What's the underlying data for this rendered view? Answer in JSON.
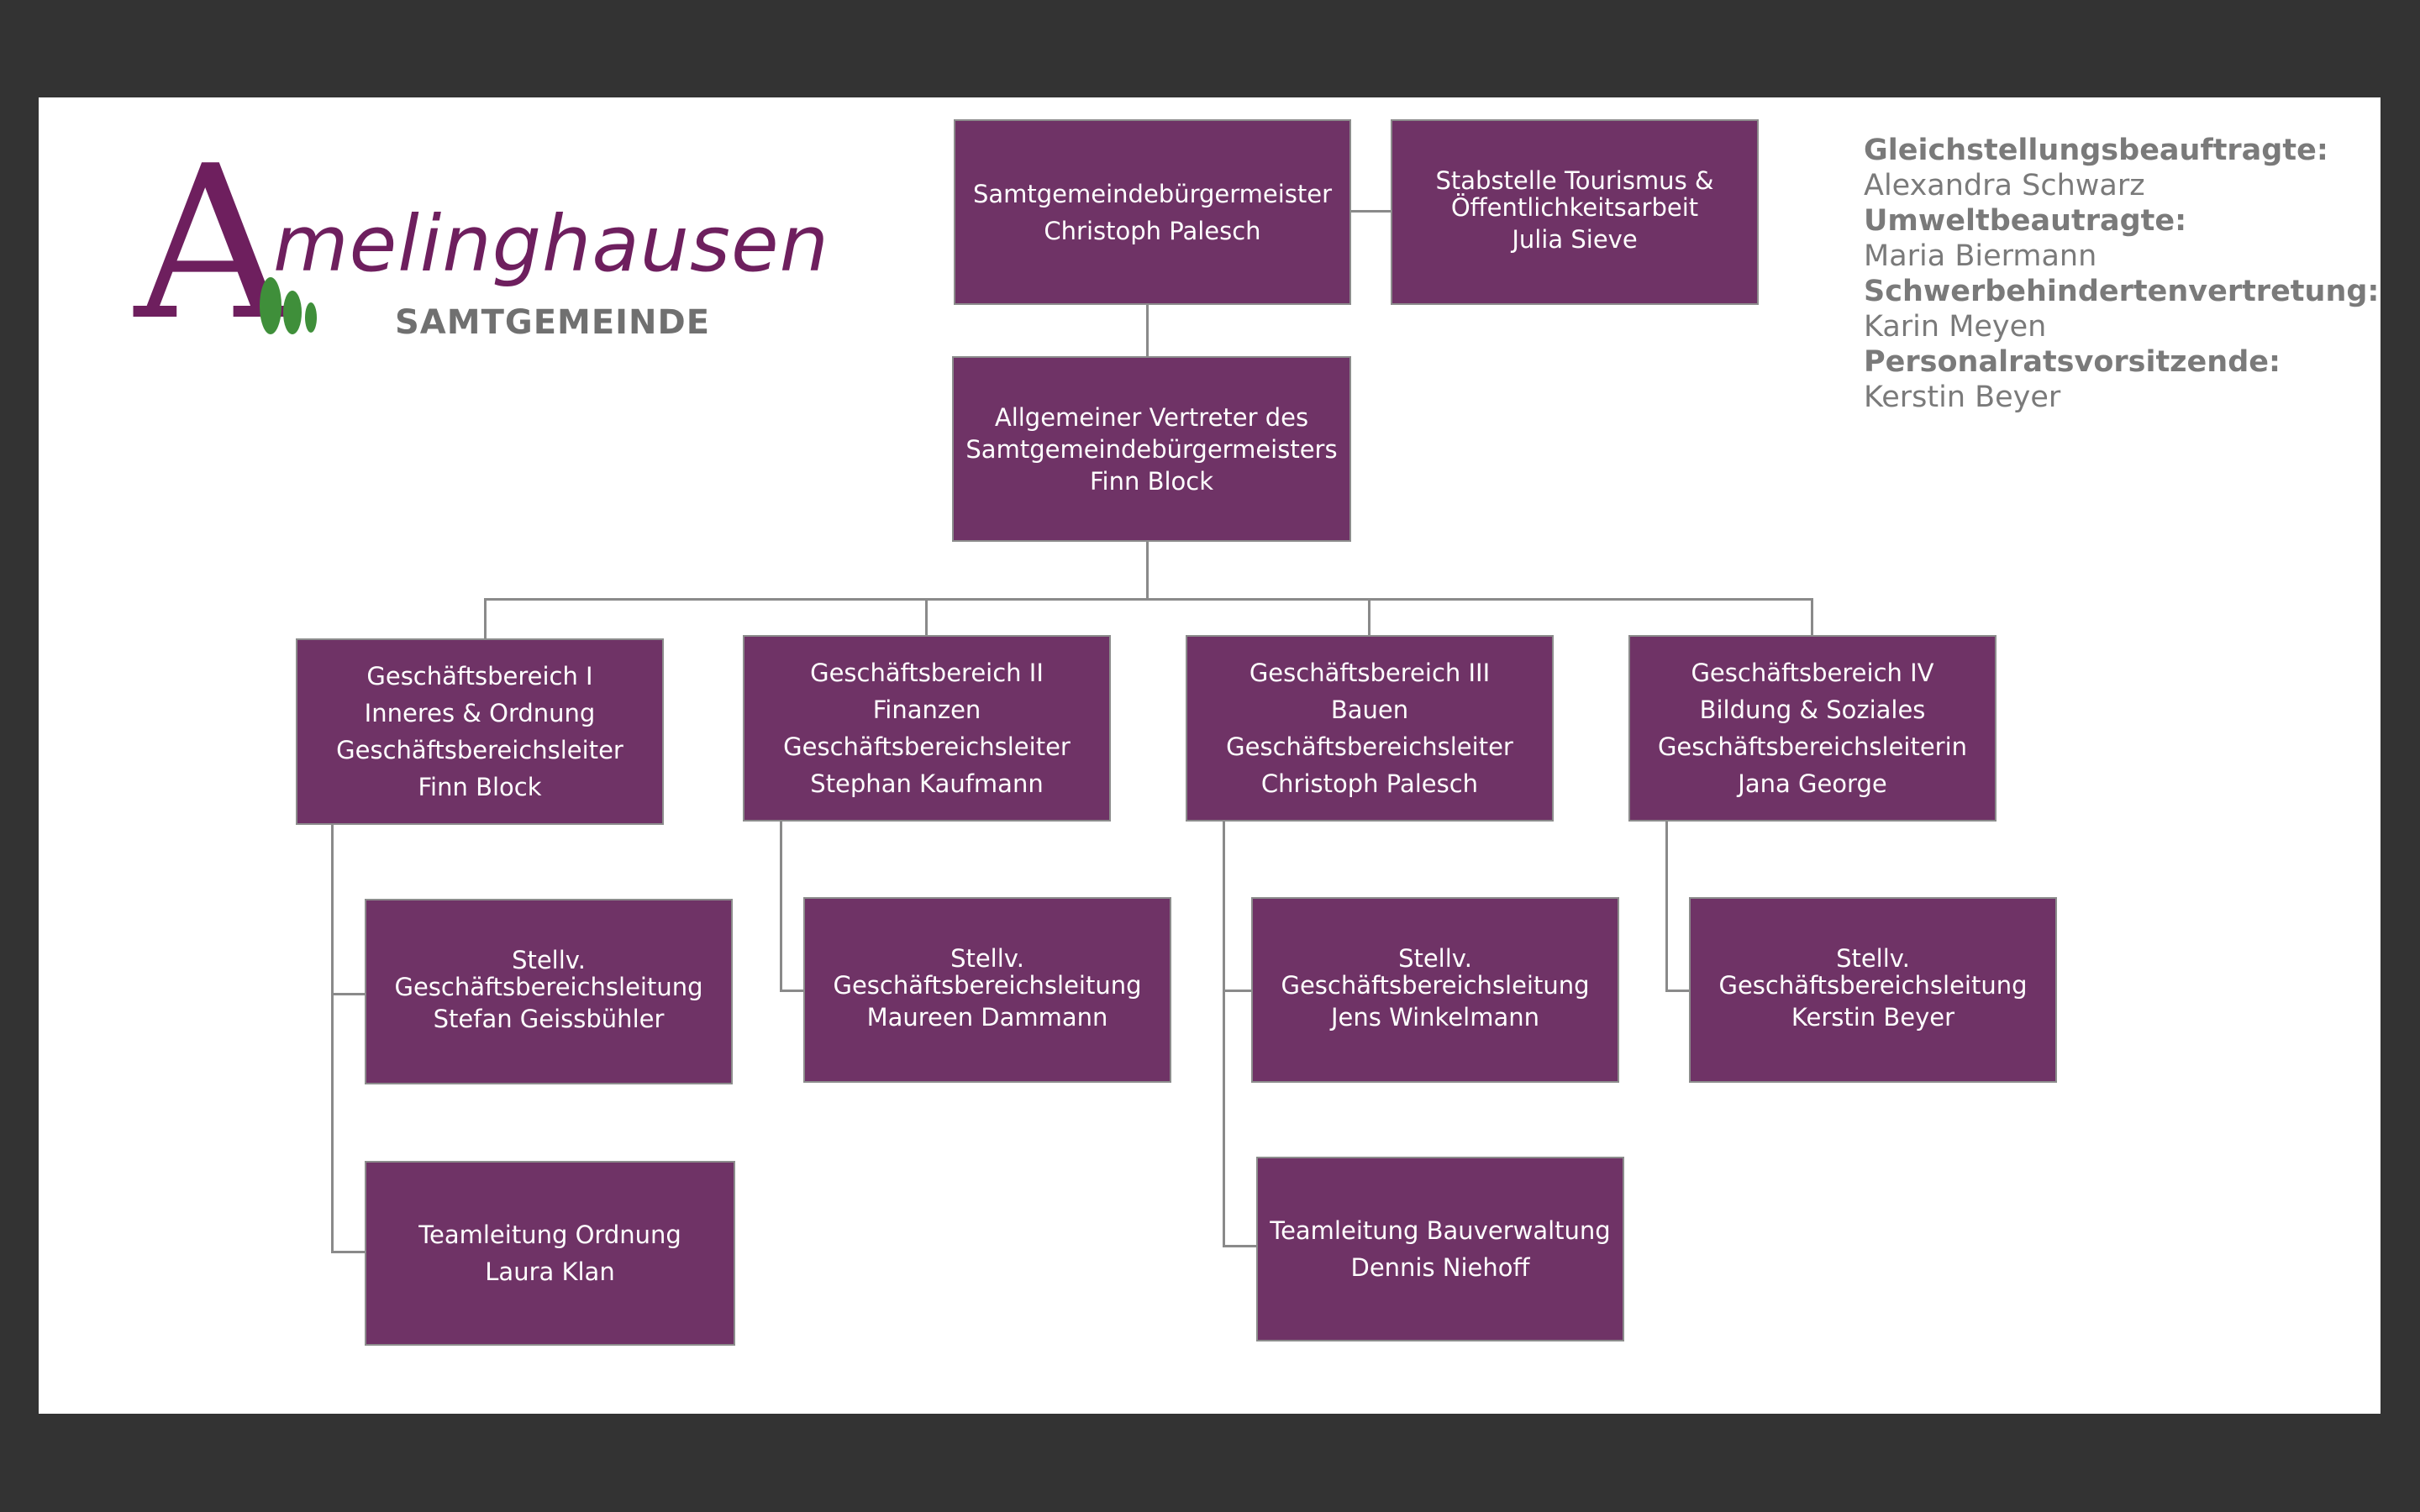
{
  "logo": {
    "big_letter": "A",
    "rest": "melinghausen",
    "subtitle": "SAMTGEMEINDE",
    "icon": "tree-icon"
  },
  "colors": {
    "box_fill": "#6f3366",
    "box_border": "#8c8c8c",
    "logo_purple": "#6e1f5e",
    "logo_green": "#3f8f3a",
    "info_text": "#7a7a7a",
    "frame": "#333333"
  },
  "info": [
    {
      "role": "Gleichstellungsbeauftragte:",
      "name": "Alexandra Schwarz"
    },
    {
      "role": "Umweltbeautragte:",
      "name": "Maria Biermann"
    },
    {
      "role": "Schwerbehindertenvertretung:",
      "name": "Karin Meyen"
    },
    {
      "role": "Personalratsvorsitzende:",
      "name": "Kerstin Beyer"
    }
  ],
  "org": {
    "mayor": {
      "title": "Samtgemeindebürgermeister",
      "name": "Christoph Palesch"
    },
    "staff": {
      "title1": "Stabstelle Tourismus &",
      "title2": "Öffentlichkeitsarbeit",
      "name": "Julia Sieve"
    },
    "deputy": {
      "title1": "Allgemeiner Vertreter des",
      "title2": "Samtgemeindebürgermeisters",
      "name": "Finn Block"
    },
    "divisions": [
      {
        "title": "Geschäftsbereich I",
        "area": "Inneres & Ordnung",
        "role": "Geschäftsbereichsleiter",
        "name": "Finn Block",
        "stellv": {
          "title1": "Stellv.",
          "title2": "Geschäftsbereichsleitung",
          "name": "Stefan Geissbühler"
        },
        "team": {
          "title": "Teamleitung Ordnung",
          "name": "Laura Klan"
        }
      },
      {
        "title": "Geschäftsbereich II",
        "area": "Finanzen",
        "role": "Geschäftsbereichsleiter",
        "name": "Stephan Kaufmann",
        "stellv": {
          "title1": "Stellv.",
          "title2": "Geschäftsbereichsleitung",
          "name": "Maureen Dammann"
        }
      },
      {
        "title": "Geschäftsbereich III",
        "area": "Bauen",
        "role": "Geschäftsbereichsleiter",
        "name": "Christoph Palesch",
        "stellv": {
          "title1": "Stellv.",
          "title2": "Geschäftsbereichsleitung",
          "name": "Jens Winkelmann"
        },
        "team": {
          "title": "Teamleitung Bauverwaltung",
          "name": "Dennis Niehoff"
        }
      },
      {
        "title": "Geschäftsbereich IV",
        "area": "Bildung & Soziales",
        "role": "Geschäftsbereichsleiterin",
        "name": "Jana George",
        "stellv": {
          "title1": "Stellv.",
          "title2": "Geschäftsbereichsleitung",
          "name": "Kerstin Beyer"
        }
      }
    ]
  }
}
